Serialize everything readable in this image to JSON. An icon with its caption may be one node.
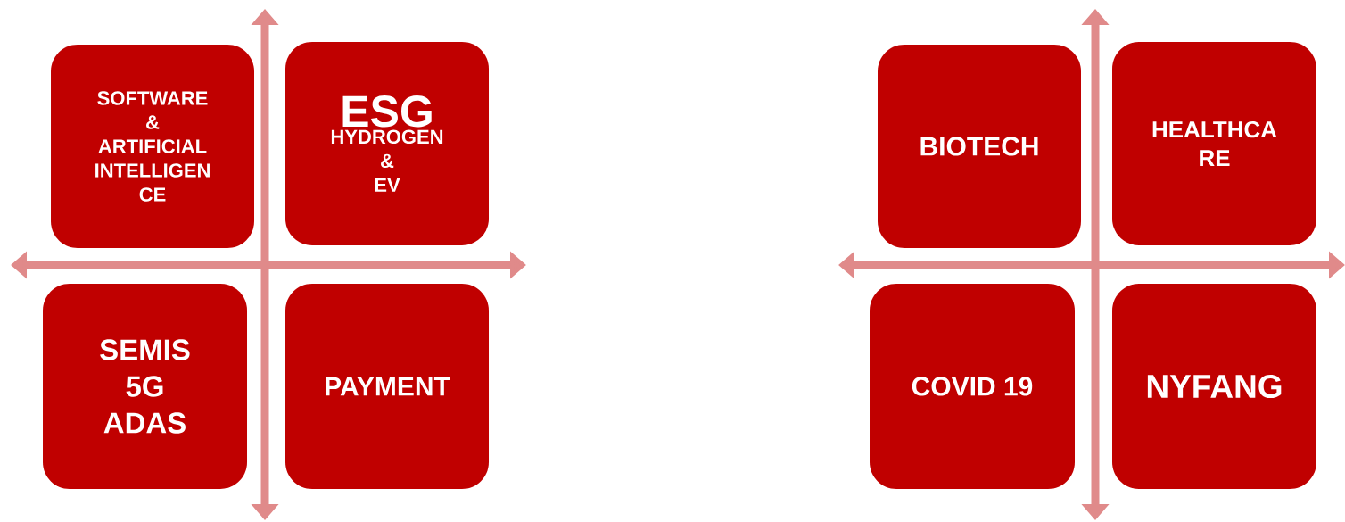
{
  "diagram": {
    "nodes": [
      {
        "text": [
          "SOFTWARE & ARTIFICIAL INTELLIGEN CE"
        ]
      },
      {
        "text": [
          "ESG",
          "HYDROGEN & EV"
        ]
      },
      {
        "text": [
          "SEMIS 5G ADAS"
        ]
      },
      {
        "text": [
          "PAYMENT"
        ]
      },
      {
        "text": [
          "BIOTECH"
        ]
      },
      {
        "text": [
          "HEALTHCA RE"
        ]
      },
      {
        "text": [
          "COVID 19"
        ]
      },
      {
        "text": [
          "NYFANG"
        ]
      }
    ],
    "edges": []
  }
}
